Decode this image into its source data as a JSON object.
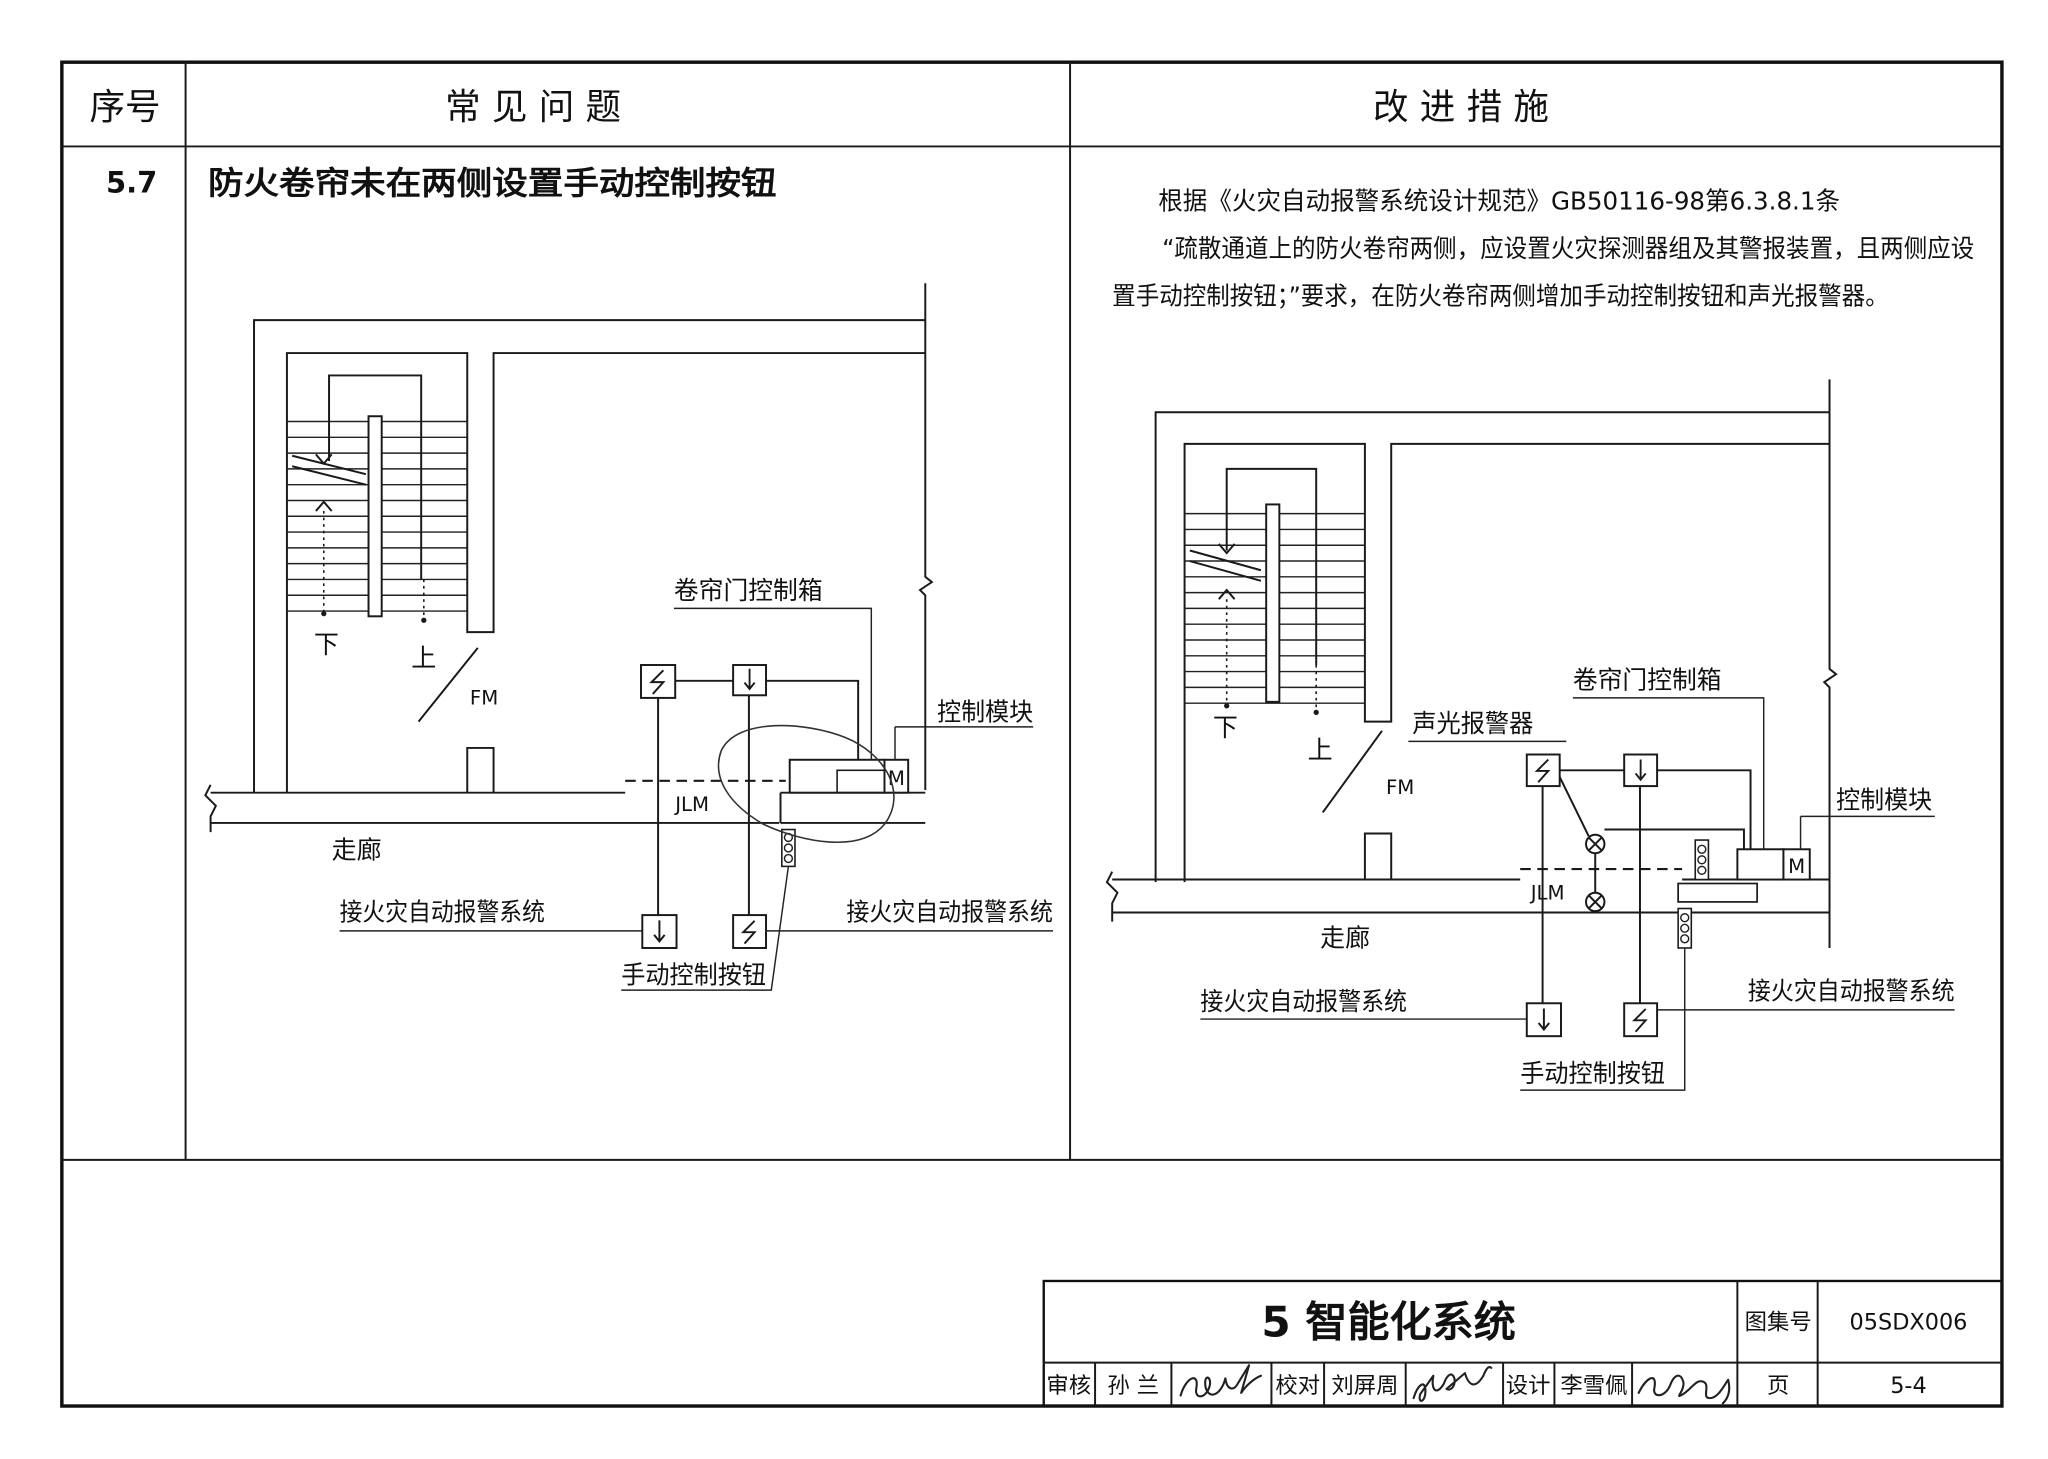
{
  "header": {
    "col_no": "序号",
    "col_problem": "常 见 问 题",
    "col_measure": "改 进 措 施"
  },
  "row": {
    "no": "5.7",
    "problem_title": "防火卷帘未在两侧设置手动控制按钮",
    "measure_text": [
      "根据《火灾自动报警系统设计规范》GB50116-98第6.3.8.1条",
      "“疏散通道上的防火卷帘两侧，应设置火灾探测器组及其警报装置，且两侧应设",
      "置手动控制按钮；”要求，在防火卷帘两侧增加手动控制按钮和声光报警器。"
    ]
  },
  "diagram_left": {
    "labels": {
      "down": "下",
      "up": "上",
      "fm": "FM",
      "jlm": "JLM",
      "corridor": "走廊",
      "control_box": "卷帘门控制箱",
      "control_module": "控制模块",
      "module_symbol": "M",
      "to_fas_left": "接火灾自动报警系统",
      "to_fas_right": "接火灾自动报警系统",
      "manual_button": "手动控制按钮"
    }
  },
  "diagram_right": {
    "labels": {
      "down": "下",
      "up": "上",
      "fm": "FM",
      "jlm": "JLM",
      "corridor": "走廊",
      "control_box": "卷帘门控制箱",
      "sound_light_alarm": "声光报警器",
      "control_module": "控制模块",
      "module_symbol": "M",
      "to_fas_left": "接火灾自动报警系统",
      "to_fas_right": "接火灾自动报警系统",
      "manual_button": "手动控制按钮"
    }
  },
  "title_block": {
    "title": "5 智能化系统",
    "atlas_no_label": "图集号",
    "atlas_no": "05SDX006",
    "page_label": "页",
    "page": "5-4",
    "review_label": "审核",
    "reviewer": "孙 兰",
    "check_label": "校对",
    "checker": "刘屏周",
    "design_label": "设计",
    "designer": "李雪佩"
  }
}
